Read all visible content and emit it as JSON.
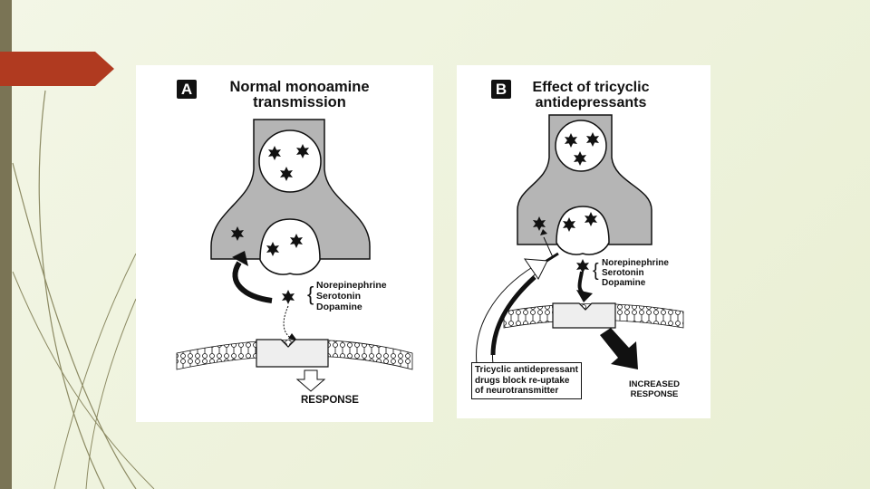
{
  "slide": {
    "colors": {
      "background": "#eef2dc",
      "left_bar": "#7a7455",
      "accent_arrow": "#b03a20",
      "terminal_fill": "#b5b5b5"
    }
  },
  "panel_a": {
    "badge": "A",
    "title": [
      "Normal monoamine",
      "transmission"
    ],
    "neurotransmitters": [
      "Norepinephrine",
      "Serotonin",
      "Dopamine"
    ],
    "response_label": "RESPONSE"
  },
  "panel_b": {
    "badge": "B",
    "title": [
      "Effect of tricyclic",
      "antidepressants"
    ],
    "neurotransmitters": [
      "Norepinephrine",
      "Serotonin",
      "Dopamine"
    ],
    "caption": [
      "Tricyclic antidepressant",
      "drugs block re-uptake",
      "of neurotransmitter"
    ],
    "response_label": [
      "INCREASED",
      "RESPONSE"
    ]
  }
}
